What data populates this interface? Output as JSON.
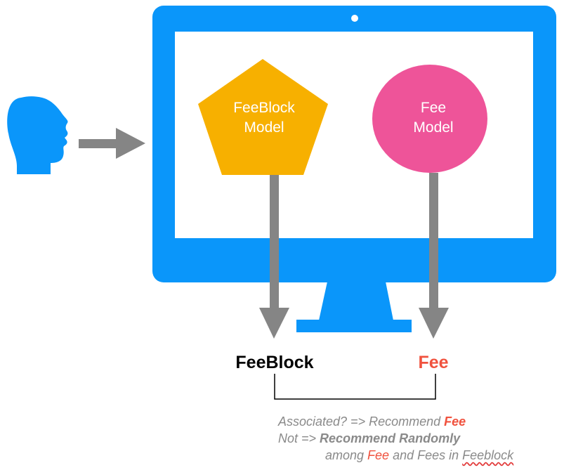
{
  "colors": {
    "monitor": "#0a96fa",
    "screen": "#ffffff",
    "head": "#0a96fa",
    "arrow": "#858585",
    "feeblock_model": "#f7b000",
    "fee_model": "#ee5499",
    "feeblock_text": "#000000",
    "fee_text": "#f0523e",
    "note_text": "#8a8a8a",
    "connector": "#000000"
  },
  "icons": {
    "user": "person-head-icon",
    "camera": "webcam-dot-icon"
  },
  "models": {
    "feeblock": {
      "line1": "FeeBlock",
      "line2": "Model"
    },
    "fee": {
      "line1": "Fee",
      "line2": "Model"
    }
  },
  "outputs": {
    "feeblock": "FeeBlock",
    "fee": "Fee"
  },
  "notes": {
    "line1_prefix": "Associated? => Recommend ",
    "line1_fee": "Fee",
    "line2_prefix": "Not => ",
    "line2_bold": "Recommend Randomly",
    "line3_prefix": "among ",
    "line3_fee": "Fee",
    "line3_mid": " and Fees in ",
    "line3_feeblock": "Feeblock"
  }
}
